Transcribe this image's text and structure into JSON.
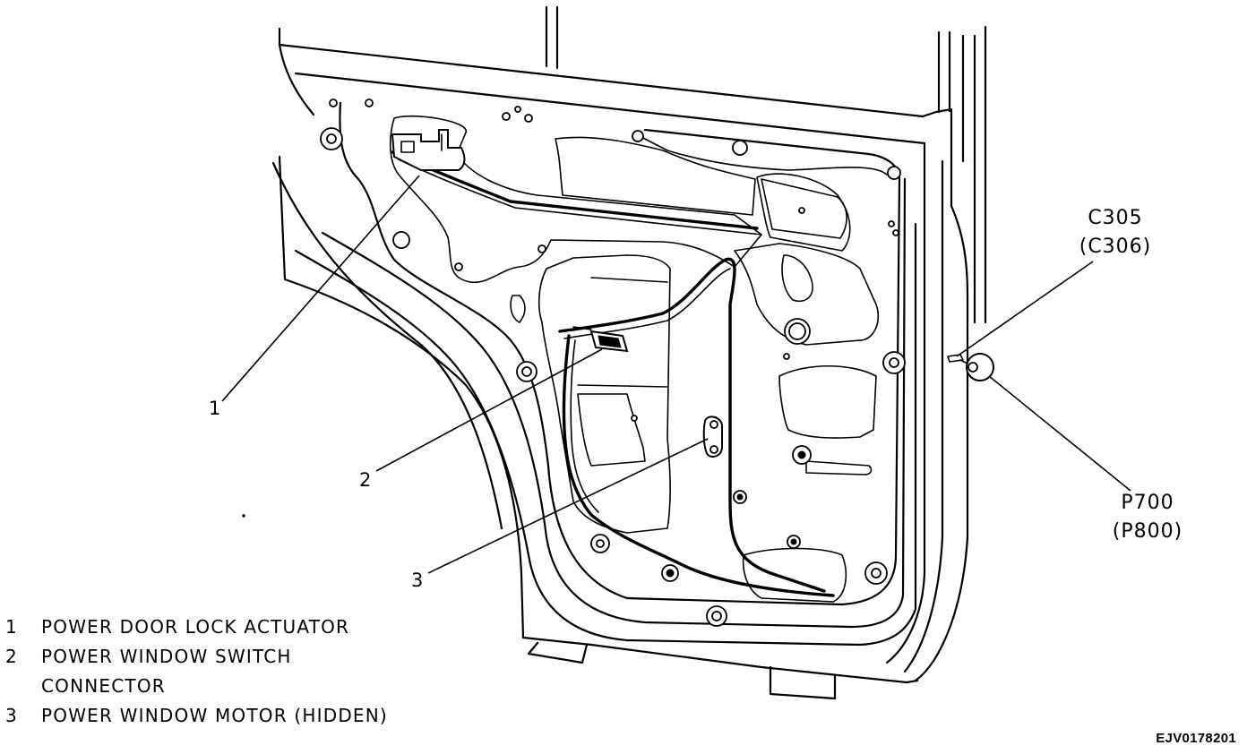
{
  "callouts": [
    {
      "number": "1"
    },
    {
      "number": "2"
    },
    {
      "number": "3"
    }
  ],
  "connectors": {
    "c305": {
      "line1": "C305",
      "line2": "(C306)"
    },
    "p700": {
      "line1": "P700",
      "line2": "(P800)"
    }
  },
  "legend": [
    {
      "number": "1",
      "text": "POWER DOOR LOCK ACTUATOR"
    },
    {
      "number": "2",
      "text": "POWER WINDOW SWITCH\nCONNECTOR"
    },
    {
      "number": "3",
      "text": "POWER WINDOW MOTOR (HIDDEN)"
    }
  ],
  "figure_code": "EJV0178201"
}
